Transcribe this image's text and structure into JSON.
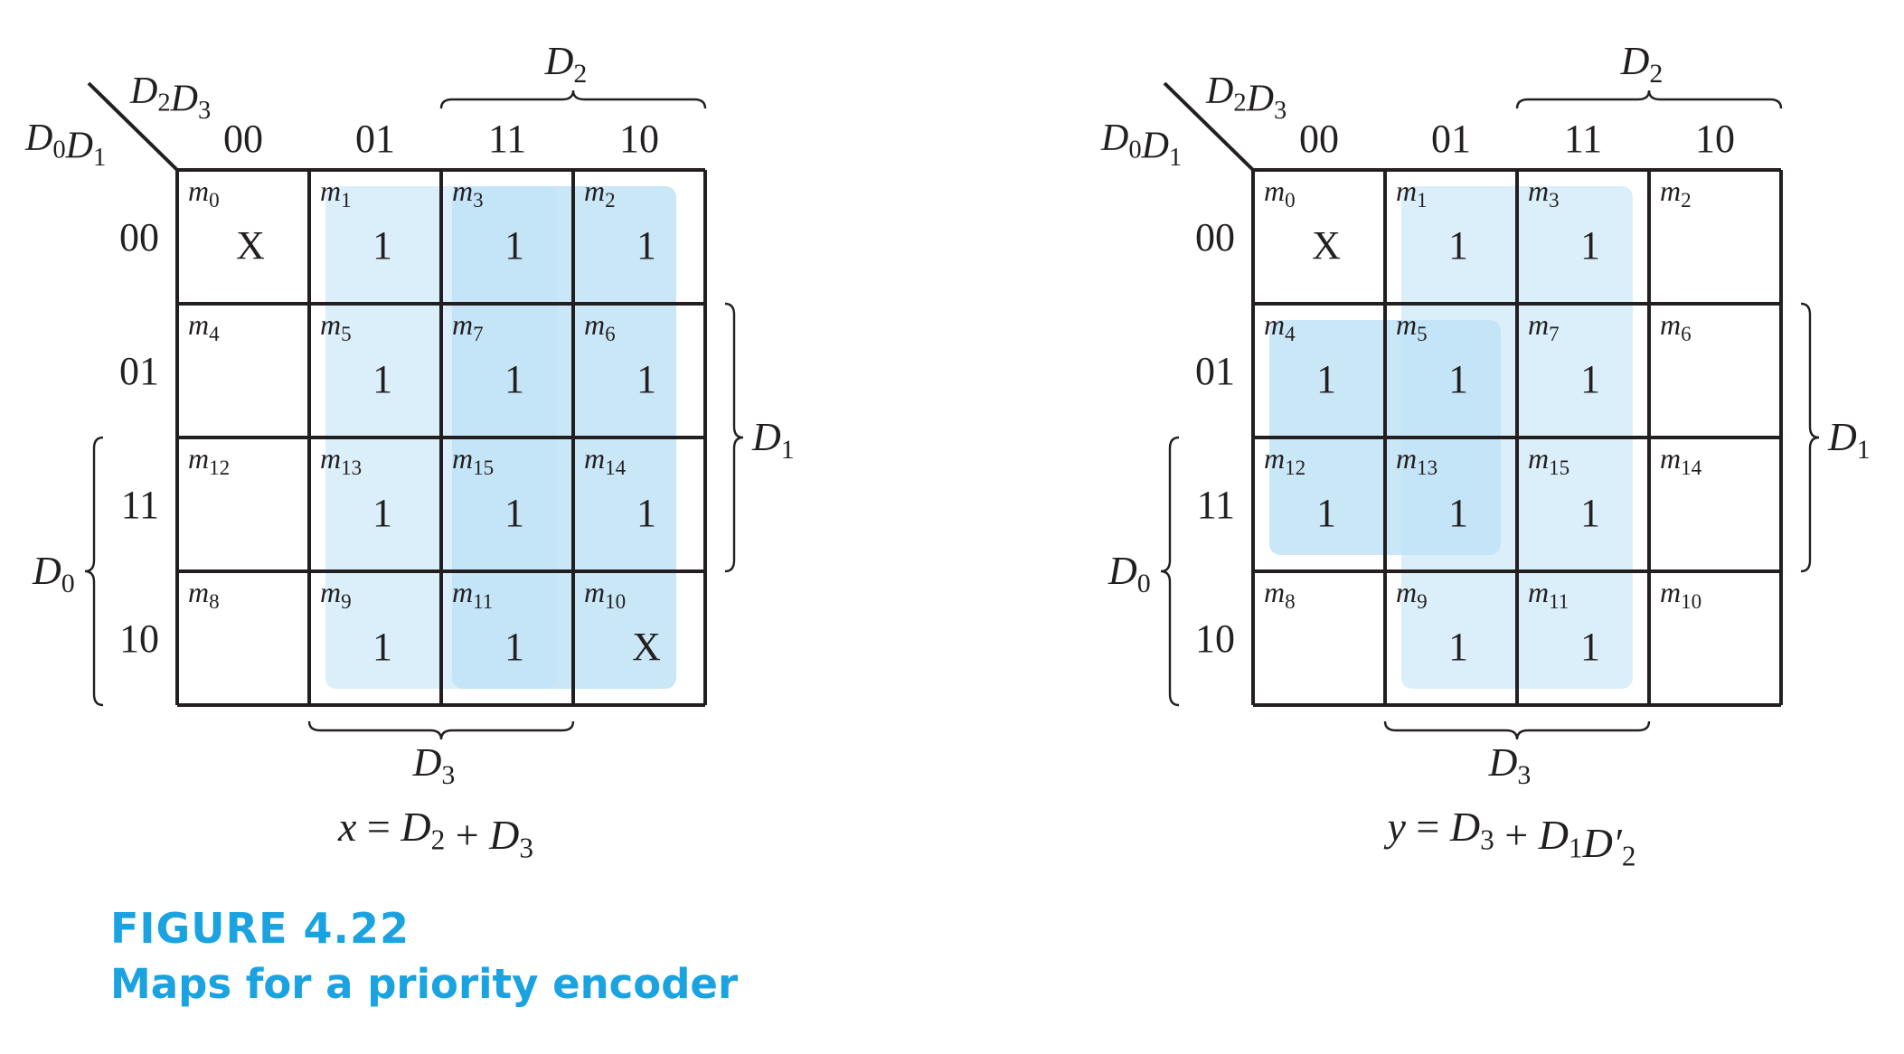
{
  "figure": {
    "number": "FIGURE 4.22",
    "title": "Maps for a priority encoder"
  },
  "maps": [
    {
      "id": "x",
      "row_var_label": "D0D1",
      "col_var_label": "D2D3",
      "col_codes": [
        "00",
        "01",
        "11",
        "10"
      ],
      "row_codes": [
        "00",
        "01",
        "11",
        "10"
      ],
      "minterms": [
        [
          "m0",
          "m1",
          "m3",
          "m2"
        ],
        [
          "m4",
          "m5",
          "m7",
          "m6"
        ],
        [
          "m12",
          "m13",
          "m15",
          "m14"
        ],
        [
          "m8",
          "m9",
          "m11",
          "m10"
        ]
      ],
      "values": [
        [
          "X",
          "1",
          "1",
          "1"
        ],
        [
          "",
          "1",
          "1",
          "1"
        ],
        [
          "",
          "1",
          "1",
          "1"
        ],
        [
          "",
          "1",
          "1",
          "X"
        ]
      ],
      "brace_top": "D2",
      "brace_right": "D1",
      "brace_left": "D0",
      "brace_bottom": "D3",
      "equation": "x = D2 + D3",
      "groups": [
        {
          "name": "D3",
          "row_start": 0,
          "row_end": 3,
          "col_start": 1,
          "col_end": 2
        },
        {
          "name": "D2",
          "row_start": 0,
          "row_end": 3,
          "col_start": 2,
          "col_end": 3
        }
      ]
    },
    {
      "id": "y",
      "row_var_label": "D0D1",
      "col_var_label": "D2D3",
      "col_codes": [
        "00",
        "01",
        "11",
        "10"
      ],
      "row_codes": [
        "00",
        "01",
        "11",
        "10"
      ],
      "minterms": [
        [
          "m0",
          "m1",
          "m3",
          "m2"
        ],
        [
          "m4",
          "m5",
          "m7",
          "m6"
        ],
        [
          "m12",
          "m13",
          "m15",
          "m14"
        ],
        [
          "m8",
          "m9",
          "m11",
          "m10"
        ]
      ],
      "values": [
        [
          "X",
          "1",
          "1",
          ""
        ],
        [
          "1",
          "1",
          "1",
          ""
        ],
        [
          "1",
          "1",
          "1",
          ""
        ],
        [
          "",
          "1",
          "1",
          ""
        ]
      ],
      "brace_top": "D2",
      "brace_right": "D1",
      "brace_left": "D0",
      "brace_bottom": "D3",
      "equation": "y = D3 + D1D'2",
      "groups": [
        {
          "name": "D3",
          "row_start": 0,
          "row_end": 3,
          "col_start": 1,
          "col_end": 2
        },
        {
          "name": "D1D'2",
          "row_start": 1,
          "row_end": 2,
          "col_start": 0,
          "col_end": 1
        }
      ]
    }
  ],
  "colors": {
    "group_light": "#cfeaf8",
    "group_mid": "#bfe3f6",
    "lines": "#231f20",
    "caption": "#1aa3e0"
  }
}
